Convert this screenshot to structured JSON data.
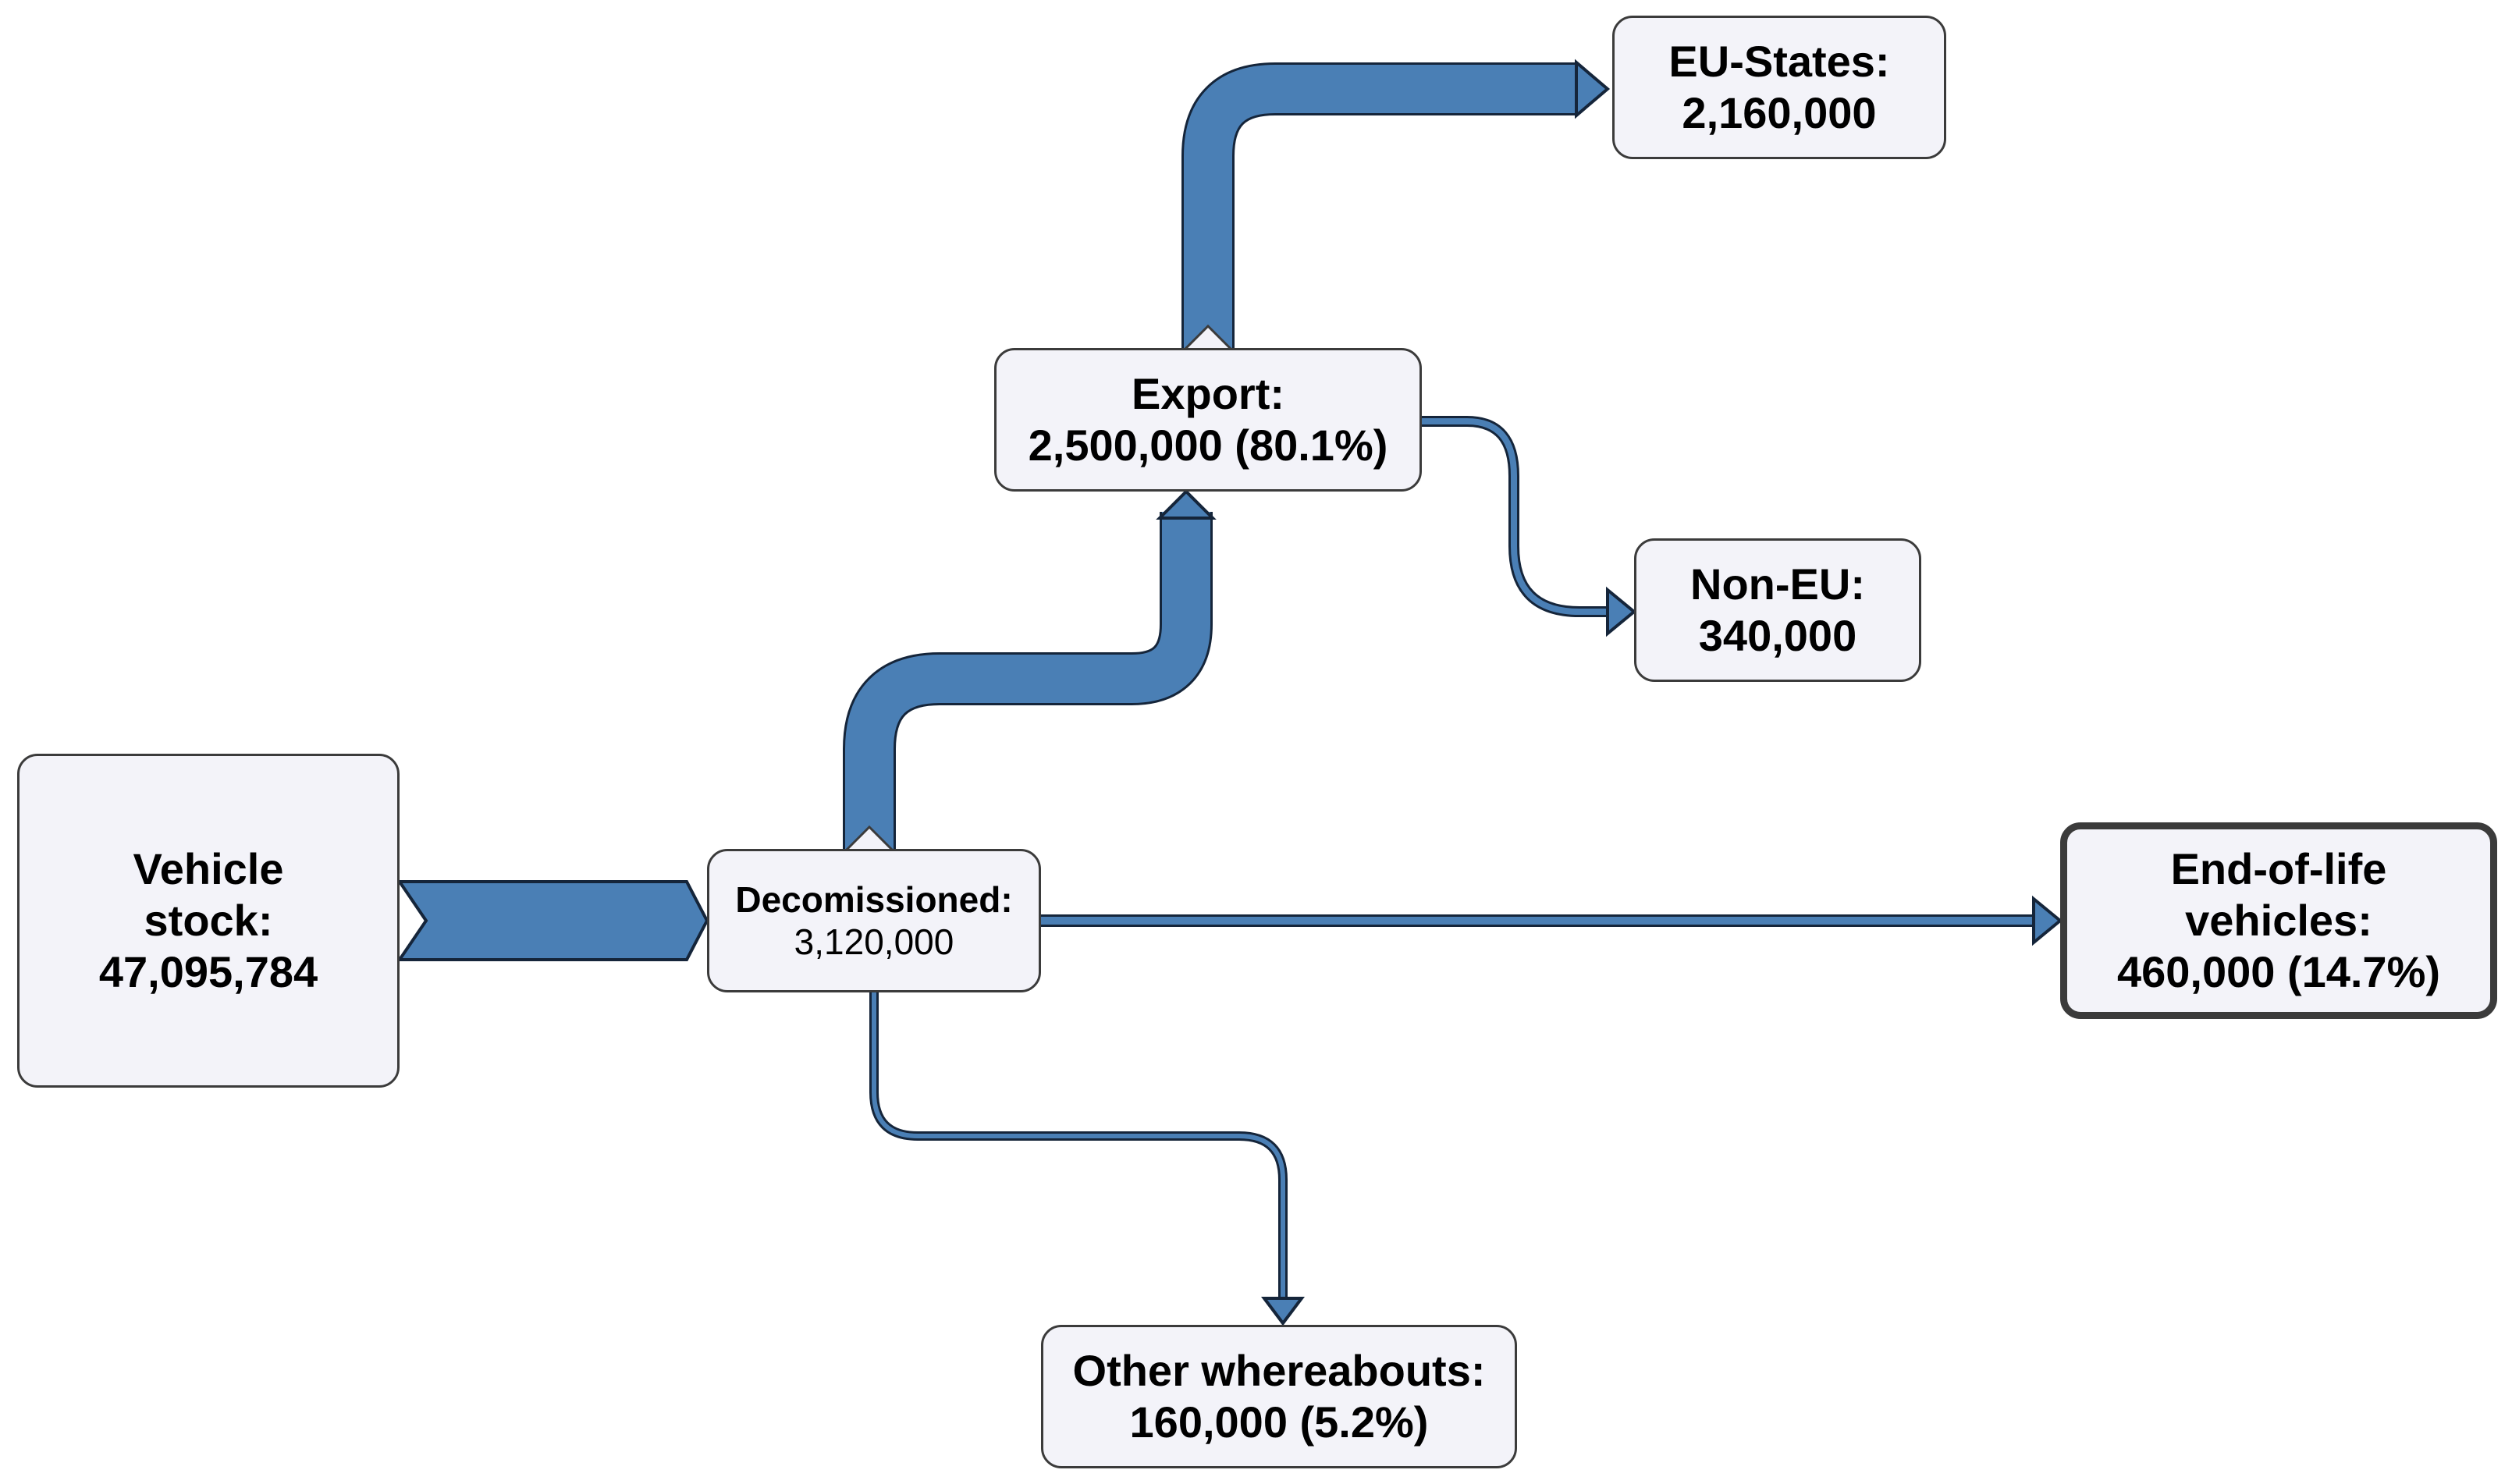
{
  "nodes": {
    "vehicle_stock": {
      "line1": "Vehicle",
      "line2": "stock:",
      "line3": "47,095,784"
    },
    "decommissioned": {
      "label": "Decomissioned:",
      "value": "3,120,000"
    },
    "export": {
      "label": "Export:",
      "value": "2,500,000 (80.1%)"
    },
    "eu_states": {
      "label": "EU-States:",
      "value": "2,160,000"
    },
    "non_eu": {
      "label": "Non-EU:",
      "value": "340,000"
    },
    "end_of_life": {
      "line1": "End-of-life",
      "line2": "vehicles:",
      "line3": "460,000 (14.7%)"
    },
    "other_whereabouts": {
      "label": "Other whereabouts:",
      "value": "160,000 (5.2%)"
    }
  },
  "colors": {
    "flow_fill": "#4a7fb5",
    "flow_stroke": "#15253a",
    "node_fill": "#f3f3f9",
    "node_border": "#3b3b3b"
  }
}
